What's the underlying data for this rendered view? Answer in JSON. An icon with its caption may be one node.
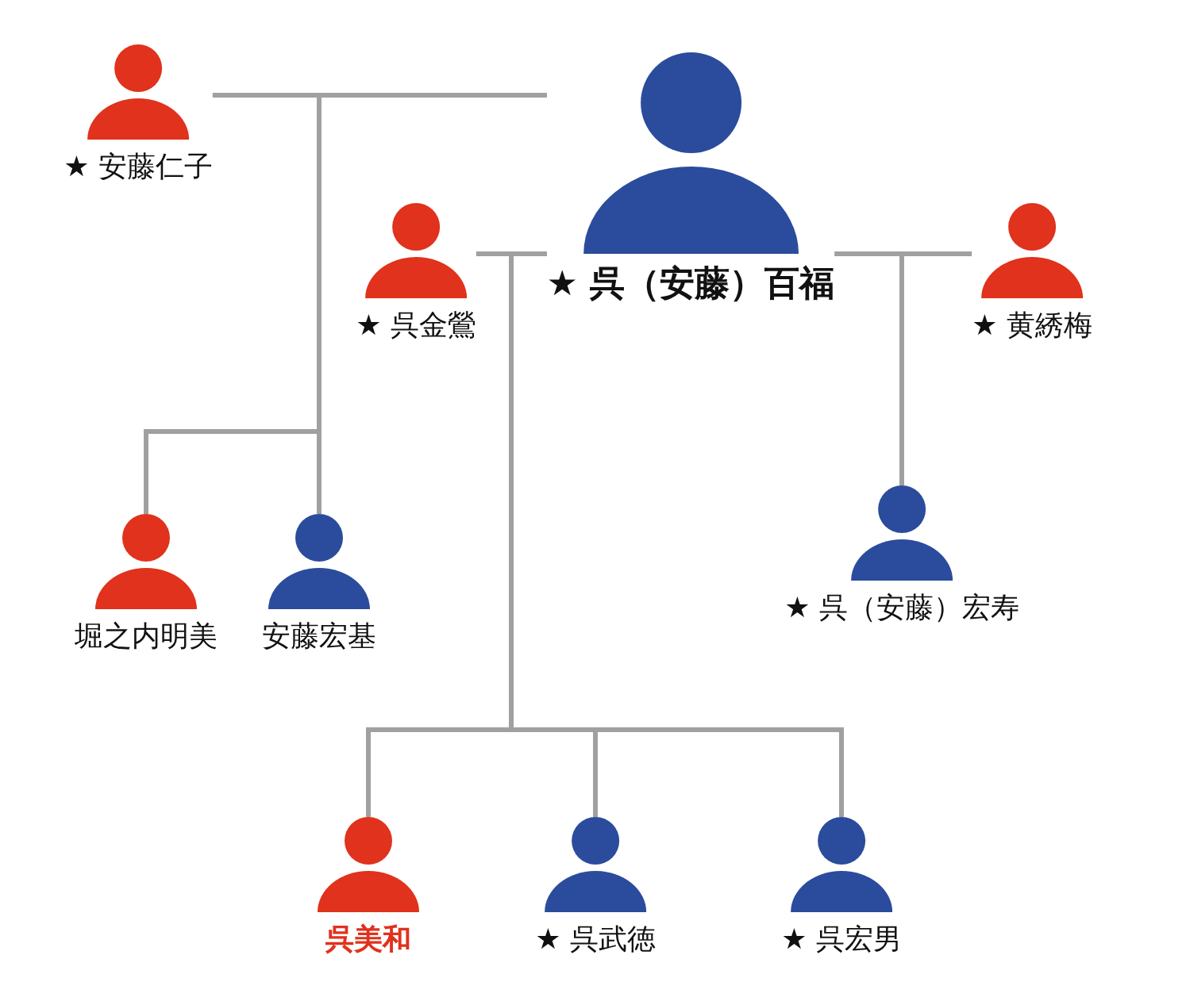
{
  "diagram": {
    "nodes": [
      {
        "text": [
          "★ 安藤仁子"
        ]
      },
      {
        "text": [
          "★ 呉（安藤）百福"
        ]
      },
      {
        "text": [
          "★ 呉金鶯"
        ]
      },
      {
        "text": [
          "★ 黄綉梅"
        ]
      },
      {
        "text": [
          "堀之内明美"
        ]
      },
      {
        "text": [
          "安藤宏基"
        ]
      },
      {
        "text": [
          "★ 呉（安藤）宏寿"
        ]
      },
      {
        "text": [
          "呉美和"
        ]
      },
      {
        "text": [
          "★ 呉武徳"
        ]
      },
      {
        "text": [
          "★ 呉宏男"
        ]
      }
    ],
    "edges": [
      {
        "from": 0,
        "to": 1,
        "arrow": "none"
      },
      {
        "from": 1,
        "to": 4,
        "arrow": "none"
      },
      {
        "from": 1,
        "to": 5,
        "arrow": "none"
      },
      {
        "from": 2,
        "to": 1,
        "arrow": "none"
      },
      {
        "from": 1,
        "to": 7,
        "arrow": "none"
      },
      {
        "from": 1,
        "to": 8,
        "arrow": "none"
      },
      {
        "from": 1,
        "to": 9,
        "arrow": "none"
      },
      {
        "from": 1,
        "to": 3,
        "arrow": "none"
      },
      {
        "from": 1,
        "to": 6,
        "arrow": "none"
      }
    ]
  }
}
